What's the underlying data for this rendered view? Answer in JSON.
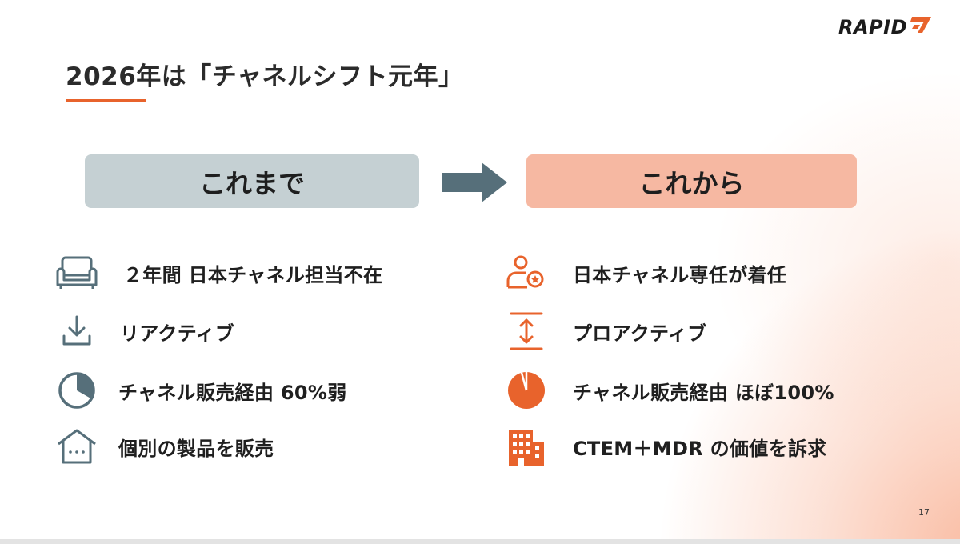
{
  "logo": {
    "text": "RAPID",
    "mark": "7"
  },
  "title": "2026年は「チャネルシフト元年」",
  "before": {
    "header": "これまで",
    "items": [
      {
        "icon": "sofa-icon",
        "label": "２年間 日本チャネル担当不在"
      },
      {
        "icon": "download-icon",
        "label": "リアクティブ"
      },
      {
        "icon": "pie-chart-icon",
        "label": "チャネル販売経由 60%弱"
      },
      {
        "icon": "house-icon",
        "label": "個別の製品を販売"
      }
    ]
  },
  "after": {
    "header": "これから",
    "items": [
      {
        "icon": "person-award-icon",
        "label": "日本チャネル専任が着任"
      },
      {
        "icon": "expand-vertical-icon",
        "label": "プロアクティブ"
      },
      {
        "icon": "pie-chart-full-icon",
        "label": "チャネル販売経由 ほぼ100%"
      },
      {
        "icon": "building-icon",
        "label": "CTEM＋MDR の価値を訴求"
      }
    ]
  },
  "page_number": "17",
  "colors": {
    "accent": "#e8632c",
    "slate": "#566f7a",
    "before_box": "#c5d0d3",
    "after_box": "#f6b8a2"
  }
}
